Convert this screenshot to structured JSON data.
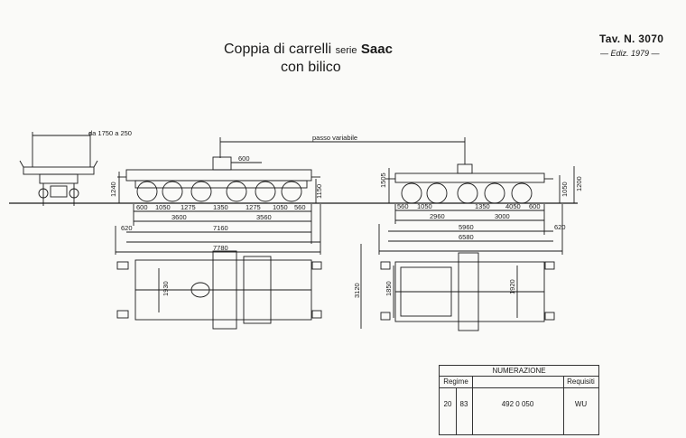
{
  "title": {
    "line1_prefix": "Coppia di carrelli",
    "line1_serie": "serie",
    "line1_saac": "Saac",
    "line2": "con bilico"
  },
  "sheet": {
    "tav": "Tav. N. 3070",
    "ediz": "— Ediz. 1979 —"
  },
  "side_view": {
    "width_label": "da 1750 a 250",
    "passo_label": "passo variabile",
    "dim_600_top": "600",
    "left_heights": [
      "1240"
    ],
    "right_heights": [
      "1150"
    ],
    "left_spacing": [
      "600",
      "1050",
      "1275",
      "1350",
      "1275",
      "1050",
      "560"
    ],
    "left_groups": [
      "3600",
      "3560"
    ],
    "left_offset": "620",
    "left_total_inner": "7160",
    "left_total": "7780",
    "right_heights_left": [
      "1505"
    ],
    "right_heights_right": [
      "1050",
      "1200"
    ],
    "right_spacing": [
      "560",
      "1050",
      "1350",
      "4050",
      "600"
    ],
    "right_groups": [
      "2960",
      "3000"
    ],
    "right_offset": "620",
    "right_total_inner": "5960",
    "right_total": "6580"
  },
  "plan_view": {
    "left_width": "1930",
    "right_outer": "3120",
    "right_mid": "1850",
    "right_inner": "1920"
  },
  "table": {
    "header": "NUMERAZIONE",
    "col_regime": "Regime",
    "col_requisiti": "Requisiti",
    "row": {
      "a": "20",
      "b": "83",
      "number": "492 0 050",
      "req": "WU"
    }
  }
}
